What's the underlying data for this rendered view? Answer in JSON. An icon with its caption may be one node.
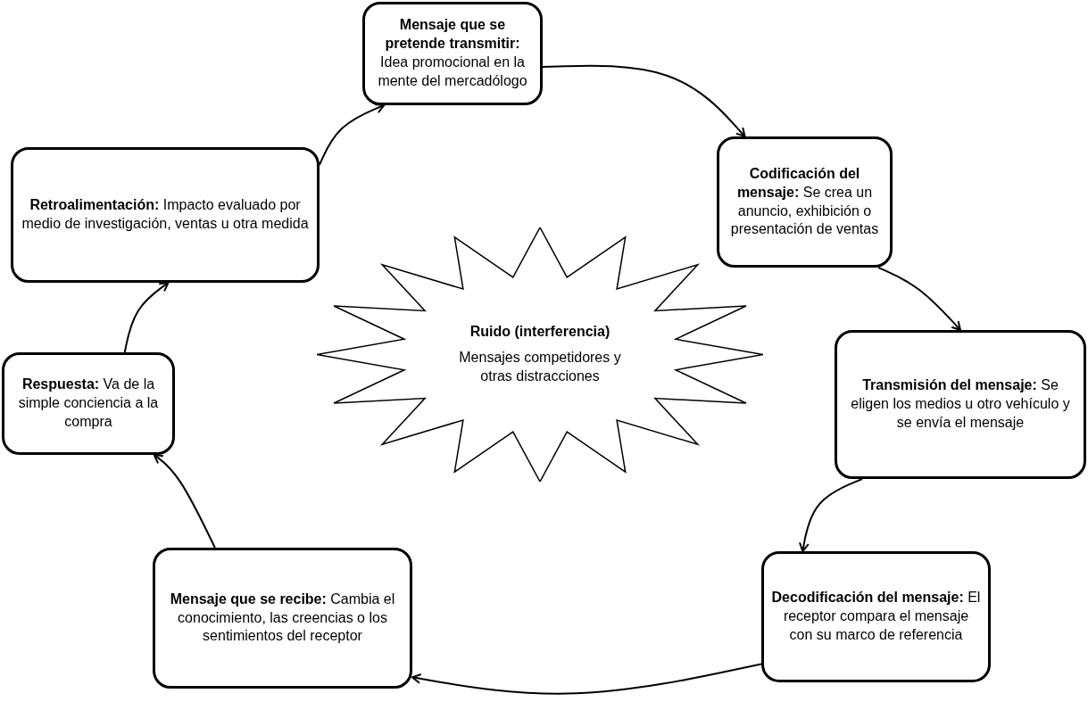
{
  "diagram": {
    "nodes": [
      {
        "text": [
          "**Mensaje que se pretende transmitir:** Idea promocional en la mente del mercadólogo"
        ]
      },
      {
        "text": [
          "**Codificación del mensaje:** Se crea un anuncio, exhibición o presentación de ventas"
        ]
      },
      {
        "text": [
          "**Transmisión del mensaje:** Se eligen los medios u otro vehículo y se  envía el mensaje"
        ]
      },
      {
        "text": [
          "**Decodificación del mensaje:** El receptor compara el mensaje con su marco de referencia"
        ]
      },
      {
        "text": [
          "**Mensaje que se recibe:** Cambia el conocimiento, las creencias o los sentimientos del receptor"
        ]
      },
      {
        "text": [
          "**Respuesta:** Va de la simple conciencia a la compra"
        ]
      },
      {
        "text": [
          "**Retroalimentación:** Impacto evaluado por medio de investigación, ventas u otra medida"
        ]
      },
      {
        "text": [
          "Ruido (interferencia)",
          "Mensajes competidores y otras distracciones"
        ]
      }
    ],
    "edges": [
      {
        "from": 6,
        "to": 0,
        "arrow": "to"
      },
      {
        "from": 0,
        "to": 1,
        "arrow": "to"
      },
      {
        "from": 1,
        "to": 2,
        "arrow": "to"
      },
      {
        "from": 2,
        "to": 3,
        "arrow": "to"
      },
      {
        "from": 3,
        "to": 4,
        "arrow": "to"
      },
      {
        "from": 4,
        "to": 5,
        "arrow": "to"
      },
      {
        "from": 5,
        "to": 6,
        "arrow": "to"
      }
    ]
  }
}
